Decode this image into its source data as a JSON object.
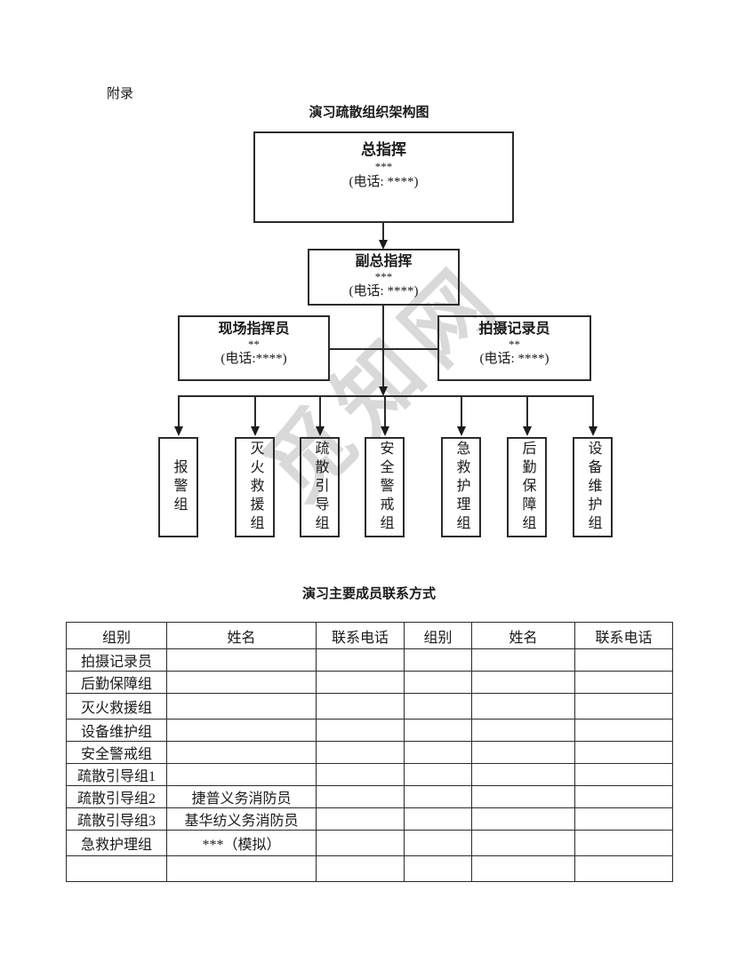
{
  "document": {
    "appendix_label": "附录",
    "chart_title": "演习疏散组织架构图",
    "table_title": "演习主要成员联系方式"
  },
  "org_chart": {
    "commander": {
      "role": "总指挥",
      "name": "***",
      "phone": "(电话: ****)"
    },
    "deputy_commander": {
      "role": "副总指挥",
      "name": "***",
      "phone": "(电话: ****)"
    },
    "site_commander": {
      "role": "现场指挥员",
      "name": "**",
      "phone": "(电话:****)"
    },
    "photo_recorder": {
      "role": "拍摄记录员",
      "name": "**",
      "phone": "(电话: ****)"
    },
    "groups": [
      "报警组",
      "灭火救援组",
      "疏散引导组",
      "安全警戒组",
      "急救护理组",
      "后勤保障组",
      "设备维护组"
    ]
  },
  "watermark": {
    "text": "觅知网"
  },
  "contact_table": {
    "headers": [
      "组别",
      "姓名",
      "联系电话",
      "组别",
      "姓名",
      "联系电话"
    ],
    "rows": [
      [
        "拍摄记录员",
        "",
        "",
        "",
        "",
        ""
      ],
      [
        "后勤保障组",
        "",
        "",
        "",
        "",
        ""
      ],
      [
        "灭火救援组",
        "",
        "",
        "",
        "",
        ""
      ],
      [
        "设备维护组",
        "",
        "",
        "",
        "",
        ""
      ],
      [
        "安全警戒组",
        "",
        "",
        "",
        "",
        ""
      ],
      [
        "疏散引导组1",
        "",
        "",
        "",
        "",
        ""
      ],
      [
        "疏散引导组2",
        "捷普义务消防员",
        "",
        "",
        "",
        ""
      ],
      [
        "疏散引导组3",
        "基华纺义务消防员",
        "",
        "",
        "",
        ""
      ],
      [
        "急救护理组",
        "***（模拟）",
        "",
        "",
        "",
        ""
      ],
      [
        "",
        "",
        "",
        "",
        "",
        ""
      ]
    ]
  },
  "colors": {
    "text": "#1a1a1a",
    "line": "#2b2b2b",
    "watermark_gray": "#d9d9d9",
    "page_background": "#ffffff"
  }
}
